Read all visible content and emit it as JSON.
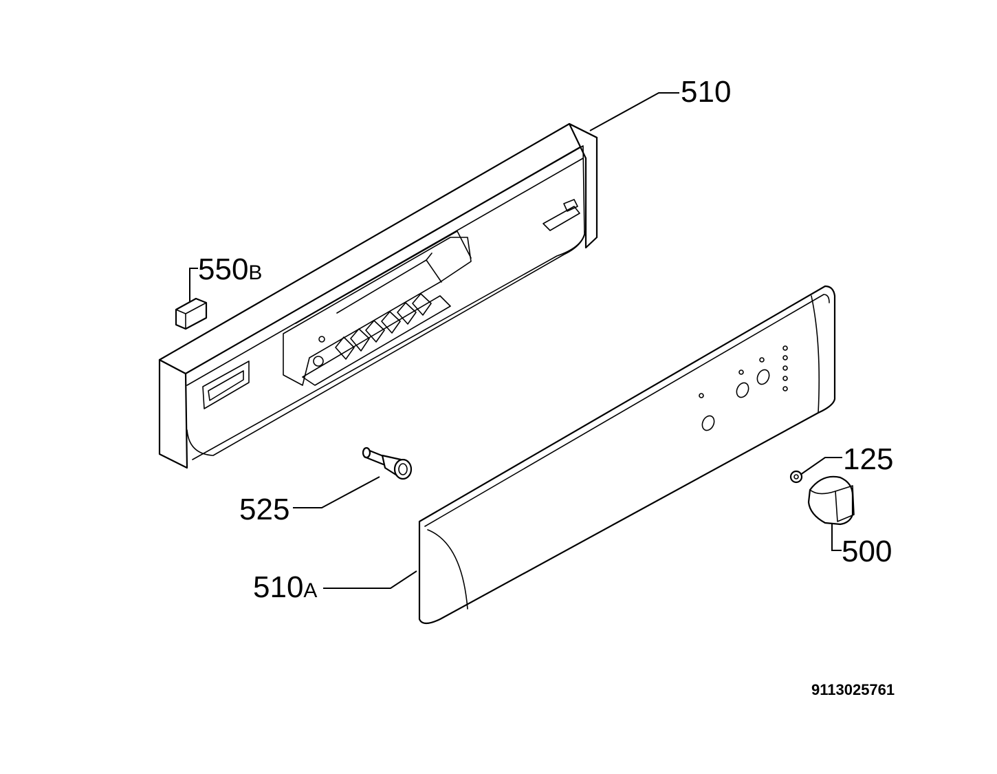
{
  "callouts": {
    "c510": {
      "num": "510",
      "suffix": ""
    },
    "c550b": {
      "num": "550",
      "suffix": "B"
    },
    "c525": {
      "num": "525",
      "suffix": ""
    },
    "c510a": {
      "num": "510",
      "suffix": "A"
    },
    "c125": {
      "num": "125",
      "suffix": ""
    },
    "c500": {
      "num": "500",
      "suffix": ""
    }
  },
  "document_number": "9113025761",
  "colors": {
    "line": "#000000",
    "background": "#ffffff"
  }
}
